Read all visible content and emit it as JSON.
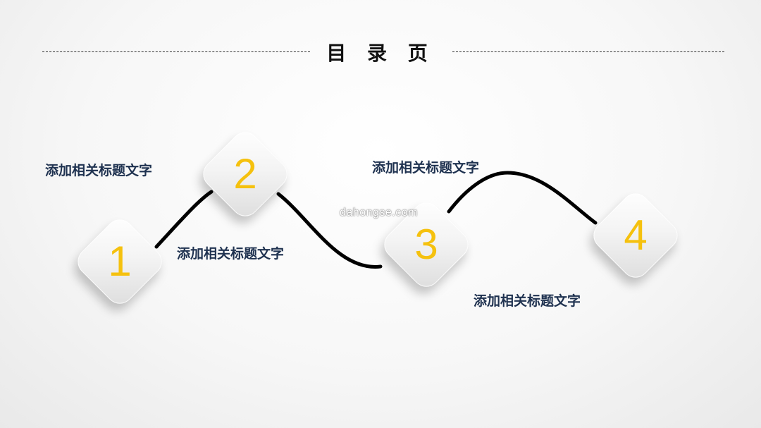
{
  "slide": {
    "title": "目 录 页",
    "watermark": "dahongse.com"
  },
  "colors": {
    "number": "#f5c10e",
    "label": "#1f3250",
    "path": "#000000"
  },
  "items": [
    {
      "number": "1",
      "label": "添加相关标题文字"
    },
    {
      "number": "2",
      "label": "添加相关标题文字"
    },
    {
      "number": "3",
      "label": "添加相关标题文字"
    },
    {
      "number": "4",
      "label": "添加相关标题文字"
    }
  ]
}
